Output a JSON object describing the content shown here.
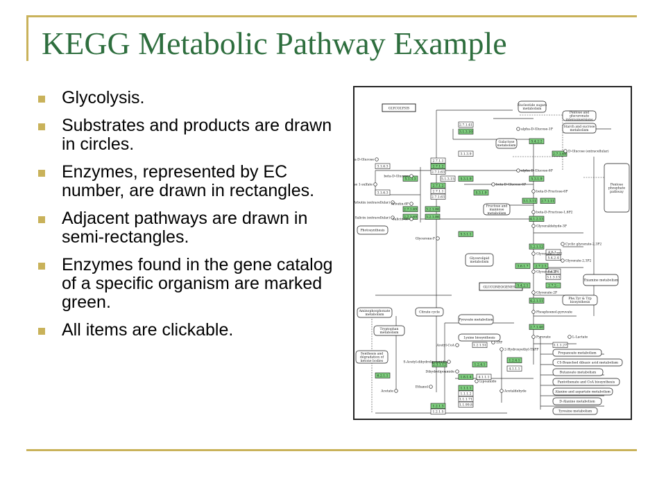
{
  "slide": {
    "title": "KEGG Metabolic Pathway Example",
    "bullets": [
      "Glycolysis.",
      "Substrates and products are drawn in circles.",
      "Enzymes, represented by EC number, are drawn in rectangles.",
      "Adjacent pathways are drawn in semi-rectangles.",
      "Enzymes found in the gene catalog of a specific organism are marked green.",
      "All items are clickable."
    ]
  },
  "colors": {
    "title": "#2e6e3e",
    "accent": "#c9b25a",
    "enzyme_found": "#7fd17f",
    "enzyme_other": "#ffffff"
  },
  "pathway_map": {
    "labels": {
      "glycolysis": "GLYCOLYSIS",
      "gluconeogenesis": "GLUCONEOGENESIS"
    },
    "enzymes": [
      {
        "ec": "2.7.1.41",
        "green": false
      },
      {
        "ec": "3.1.3.10",
        "green": true
      },
      {
        "ec": "5.4.2.2",
        "green": true
      },
      {
        "ec": "2.7.1.69",
        "green": true
      },
      {
        "ec": "3.1.3.9",
        "green": false
      },
      {
        "ec": "2.7.1.1",
        "green": false
      },
      {
        "ec": "2.7.1.2",
        "green": true
      },
      {
        "ec": "2.7.1.63",
        "green": false
      },
      {
        "ec": "3.1.6.3",
        "green": false
      },
      {
        "ec": "5.1.3.3",
        "green": true
      },
      {
        "ec": "3.1.6.3",
        "green": false
      },
      {
        "ec": "5.1.3.15",
        "green": false
      },
      {
        "ec": "5.3.1.9",
        "green": true
      },
      {
        "ec": "5.3.1.9",
        "green": true
      },
      {
        "ec": "2.7.1.2",
        "green": true
      },
      {
        "ec": "2.7.1.1",
        "green": false
      },
      {
        "ec": "2.7.1.63",
        "green": false
      },
      {
        "ec": "5.3.1.9",
        "green": true
      },
      {
        "ec": "3.1.3.11",
        "green": true
      },
      {
        "ec": "2.7.1.11",
        "green": true
      },
      {
        "ec": "2.7.1.69",
        "green": true
      },
      {
        "ec": "3.2.1.86",
        "green": true
      },
      {
        "ec": "2.7.1.69",
        "green": true
      },
      {
        "ec": "3.2.1.86",
        "green": true
      },
      {
        "ec": "4.1.2.13",
        "green": true
      },
      {
        "ec": "5.3.1.1",
        "green": true
      },
      {
        "ec": "1.2.1.12",
        "green": true
      },
      {
        "ec": "4.6.1.-",
        "green": false
      },
      {
        "ec": "5.4.2.4",
        "green": false
      },
      {
        "ec": "3.6.1.7",
        "green": true
      },
      {
        "ec": "2.7.2.3",
        "green": true
      },
      {
        "ec": "5.4.2.4",
        "green": false
      },
      {
        "ec": "3.1.3.13",
        "green": false
      },
      {
        "ec": "5.4.2.1",
        "green": true
      },
      {
        "ec": "2.7.2.-",
        "green": true
      },
      {
        "ec": "4.2.1.11",
        "green": true
      },
      {
        "ec": "2.7.1.40",
        "green": true
      },
      {
        "ec": "1.2.1.51",
        "green": false
      },
      {
        "ec": "1.1.1.27",
        "green": false
      },
      {
        "ec": "2.3.1.12",
        "green": true
      },
      {
        "ec": "1.2.4.1",
        "green": true
      },
      {
        "ec": "1.2.4.1",
        "green": true
      },
      {
        "ec": "4.1.1.1",
        "green": false
      },
      {
        "ec": "1.8.1.4",
        "green": true
      },
      {
        "ec": "6.2.1.1",
        "green": true
      },
      {
        "ec": "4.1.1.1",
        "green": false
      },
      {
        "ec": "1.1.1.1",
        "green": true
      },
      {
        "ec": "1.1.1.2",
        "green": false
      },
      {
        "ec": "1.1.1.71",
        "green": false
      },
      {
        "ec": "1.1.99.8",
        "green": false
      },
      {
        "ec": "1.2.1.3",
        "green": true
      },
      {
        "ec": "1.2.1.5",
        "green": false
      }
    ],
    "compounds": [
      "alpha-D-Glucose-1P",
      "D-Glucose (extracellular)",
      "alpha-D-Glucose",
      "alpha-D-Glucose-6P",
      "beta-D-Glucose",
      "beta-D-Glucose-6P",
      "D-Glucose 1-sulfate",
      "Arbutin (extracellular)",
      "Arbutin-6P",
      "Salicin (extracellular)",
      "Salicin-6P",
      "beta-D-Fructose-6P",
      "beta-D-Fructose-1,6P2",
      "Glycerone-P",
      "Glyceraldehyde-3P",
      "Glycerate-1,3P2",
      "Cyclic glycerate-2,3P2",
      "Glycerate-2,3P2",
      "Glycerate-3P",
      "Glycerate-2P",
      "Phosphoenol-pyruvate",
      "Pyruvate",
      "L-Lactate",
      "TPP",
      "2-Hydroxyethyl-ThPP",
      "Acetyl-CoA",
      "S-Acetyl-dihydrolipoamide",
      "Dihydrolipoamide",
      "Lipoamide",
      "Acetate",
      "Ethanol",
      "Acetaldehyde"
    ],
    "pathways": [
      "Nucleotide sugars metabolism",
      "Pentose and glucuronate interconversions",
      "Starch and sucrose metabolism",
      "Galactose metabolism",
      "Fructose and mannose metabolism",
      "Photosynthesis",
      "Pentose phosphate pathway",
      "Glycerolipid metabolism",
      "Thiamine metabolism",
      "Phe,Tyr & Trp biosynthesis",
      "Aminophosphonate metabolism",
      "Citrate cycle",
      "Pyruvate metabolism",
      "Tryptophan metabolism",
      "Lysine biosynthesis",
      "Synthesis and degradation of ketone bodies",
      "Propanoate metabolism",
      "C5-Branched dibasic acid metabolism",
      "Butanoate metabolism",
      "Pantothenate and CoA biosynthesis",
      "Alanine and aspartate metabolism",
      "D-Alanine metabolism",
      "Tyrosine metabolism"
    ]
  }
}
